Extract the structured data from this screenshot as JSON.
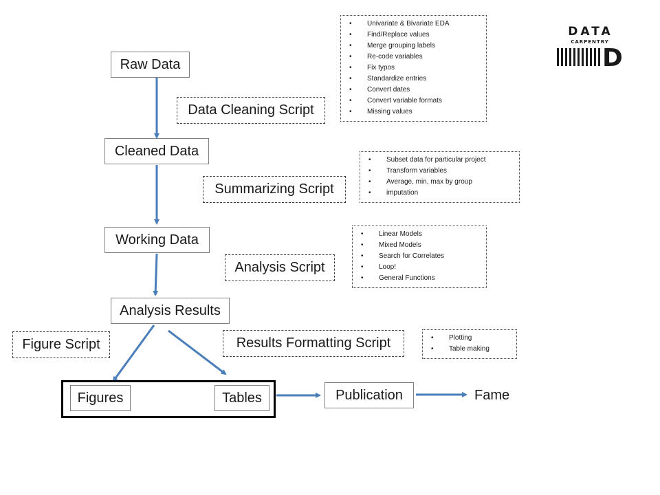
{
  "nodes": {
    "raw_data": "Raw Data",
    "cleaned_data": "Cleaned Data",
    "working_data": "Working Data",
    "analysis_results": "Analysis Results",
    "figures": "Figures",
    "tables": "Tables",
    "publication": "Publication",
    "fame": "Fame"
  },
  "scripts": {
    "data_cleaning": "Data Cleaning Script",
    "summarizing": "Summarizing Script",
    "analysis": "Analysis Script",
    "figure": "Figure Script",
    "results_formatting": "Results Formatting Script"
  },
  "notes": {
    "cleaning": [
      "Univariate & Bivariate EDA",
      "Find/Replace values",
      "Merge grouping labels",
      "Re-code variables",
      "Fix typos",
      "Standardize entries",
      "Convert dates",
      "Convert variable formats",
      "Missing values"
    ],
    "summarizing": [
      "Subset data for particular project",
      "Transform variables",
      "Average, min, max by group",
      "imputation"
    ],
    "analysis": [
      "Linear Models",
      "Mixed Models",
      "Search for Correlates",
      "Loop!",
      "General Functions"
    ],
    "formatting": [
      "Plotting",
      "Table making"
    ]
  },
  "logo": {
    "line1": "DATA",
    "line2": "CARPENTRY",
    "letter": "D"
  },
  "colors": {
    "arrow": "#4a7ebb",
    "text": "#1a1a1a"
  }
}
